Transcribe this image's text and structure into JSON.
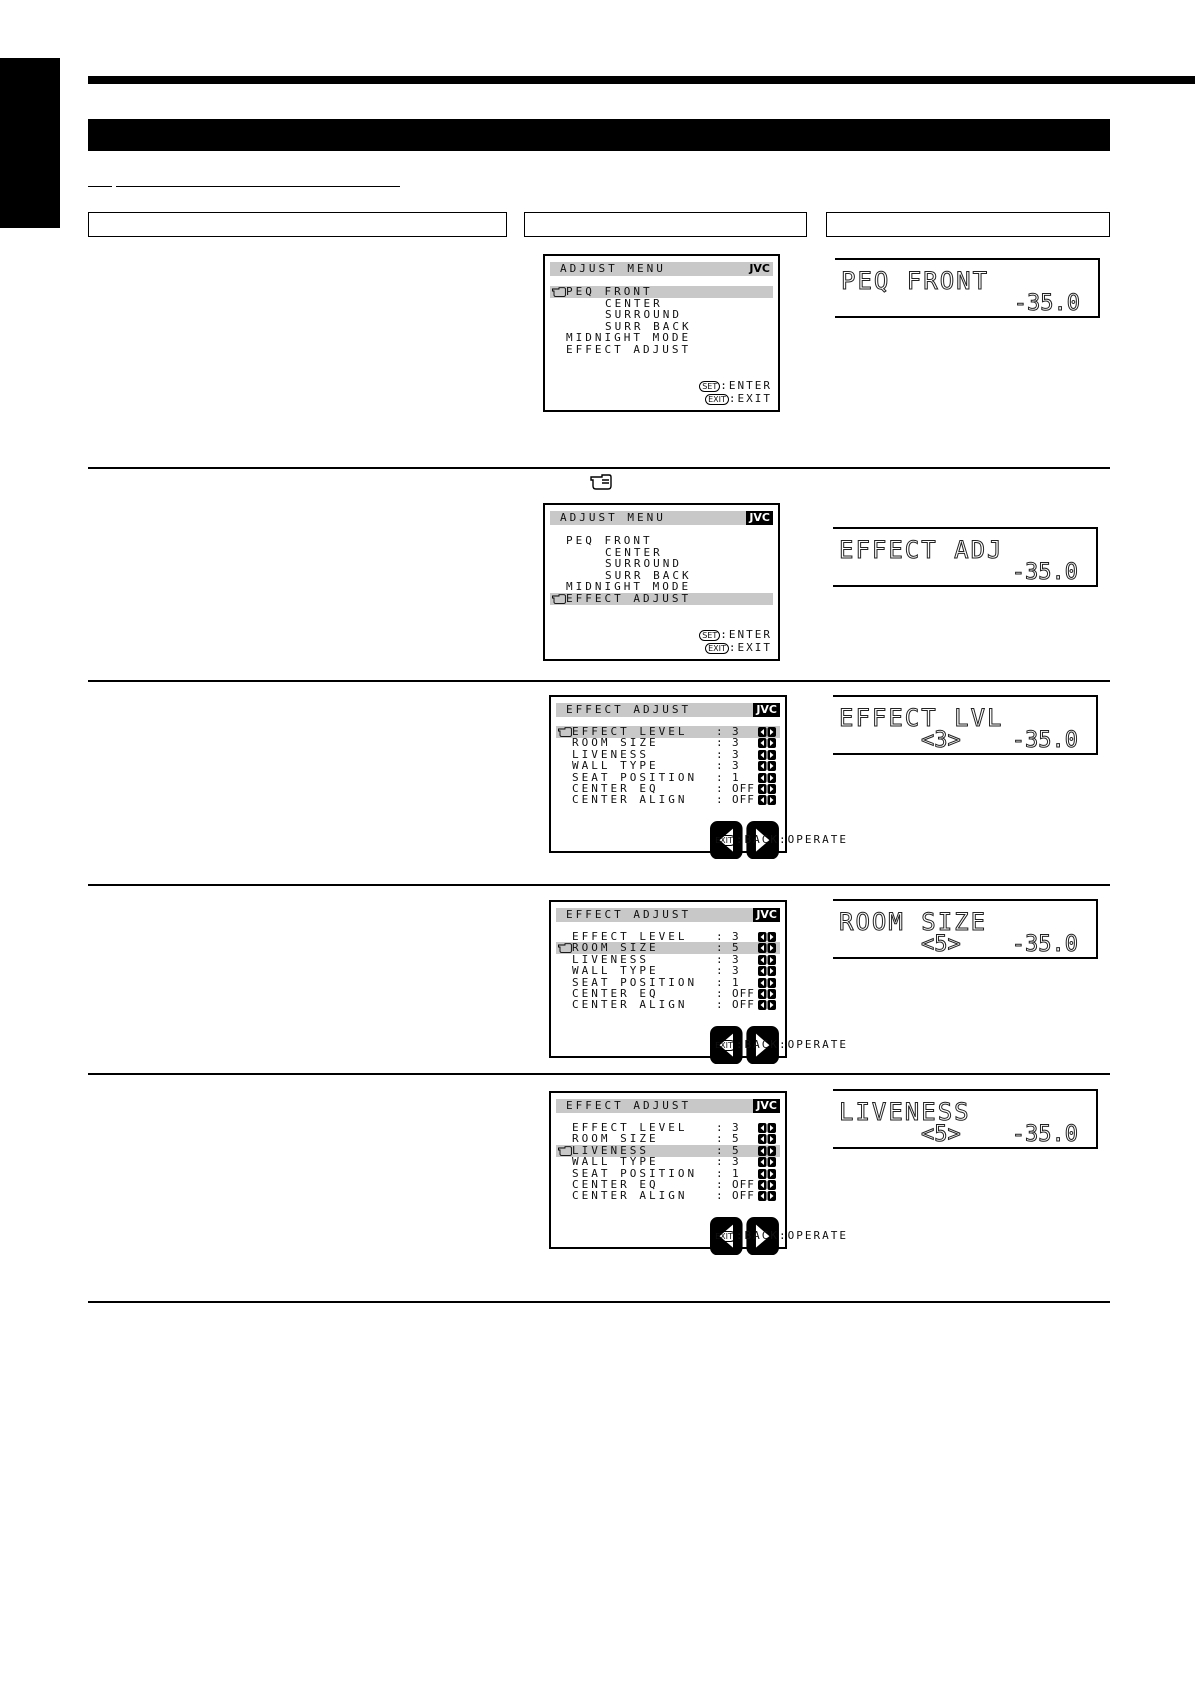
{
  "brand": "JVC",
  "osd_buttons": {
    "set": "SET",
    "exit": "EXIT",
    "enter": ":ENTER",
    "exit_label": ":EXIT",
    "operate": ":OPERATE",
    "back": ":BACK"
  },
  "steps": [
    {
      "osd_title": "ADJUST MENU",
      "jvc_inverse": false,
      "rows": [
        {
          "label": "PEQ FRONT",
          "hl": true,
          "indent": false
        },
        {
          "label": "CENTER",
          "hl": false,
          "indent": true
        },
        {
          "label": "SURROUND",
          "hl": false,
          "indent": true
        },
        {
          "label": "SURR BACK",
          "hl": false,
          "indent": true
        },
        {
          "label": "MIDNIGHT MODE",
          "hl": false,
          "indent": false
        },
        {
          "label": "EFFECT ADJUST",
          "hl": false,
          "indent": false
        }
      ],
      "display_main": "PEQ FRONT",
      "display_sub": "",
      "display_vol": "-35.0"
    },
    {
      "osd_title": "ADJUST MENU",
      "jvc_inverse": true,
      "rows": [
        {
          "label": "PEQ FRONT",
          "hl": false,
          "indent": false
        },
        {
          "label": "CENTER",
          "hl": false,
          "indent": true
        },
        {
          "label": "SURROUND",
          "hl": false,
          "indent": true
        },
        {
          "label": "SURR BACK",
          "hl": false,
          "indent": true
        },
        {
          "label": "MIDNIGHT MODE",
          "hl": false,
          "indent": false
        },
        {
          "label": "EFFECT ADJUST",
          "hl": true,
          "indent": false
        }
      ],
      "display_main": "EFFECT ADJ",
      "display_sub": "",
      "display_vol": "-35.0"
    },
    {
      "osd_title": "EFFECT ADJUST",
      "jvc_inverse": true,
      "rows": [
        {
          "label": "EFFECT LEVEL",
          "value": "3",
          "hl": true
        },
        {
          "label": "ROOM SIZE",
          "value": "3",
          "hl": false
        },
        {
          "label": "LIVENESS",
          "value": "3",
          "hl": false
        },
        {
          "label": "WALL TYPE",
          "value": "3",
          "hl": false
        },
        {
          "label": "SEAT POSITION",
          "value": "1",
          "hl": false
        },
        {
          "label": "CENTER EQ",
          "value": "OFF",
          "hl": false
        },
        {
          "label": "CENTER ALIGN",
          "value": "OFF",
          "hl": false
        }
      ],
      "display_main": "EFFECT LVL",
      "display_sub": "<3>",
      "display_vol": "-35.0"
    },
    {
      "osd_title": "EFFECT ADJUST",
      "jvc_inverse": true,
      "rows": [
        {
          "label": "EFFECT LEVEL",
          "value": "3",
          "hl": false
        },
        {
          "label": "ROOM SIZE",
          "value": "5",
          "hl": true
        },
        {
          "label": "LIVENESS",
          "value": "3",
          "hl": false
        },
        {
          "label": "WALL TYPE",
          "value": "3",
          "hl": false
        },
        {
          "label": "SEAT POSITION",
          "value": "1",
          "hl": false
        },
        {
          "label": "CENTER EQ",
          "value": "OFF",
          "hl": false
        },
        {
          "label": "CENTER ALIGN",
          "value": "OFF",
          "hl": false
        }
      ],
      "display_main": "ROOM SIZE",
      "display_sub": "<5>",
      "display_vol": "-35.0"
    },
    {
      "osd_title": "EFFECT ADJUST",
      "jvc_inverse": true,
      "rows": [
        {
          "label": "EFFECT LEVEL",
          "value": "3",
          "hl": false
        },
        {
          "label": "ROOM SIZE",
          "value": "5",
          "hl": false
        },
        {
          "label": "LIVENESS",
          "value": "5",
          "hl": true
        },
        {
          "label": "WALL TYPE",
          "value": "3",
          "hl": false
        },
        {
          "label": "SEAT POSITION",
          "value": "1",
          "hl": false
        },
        {
          "label": "CENTER EQ",
          "value": "OFF",
          "hl": false
        },
        {
          "label": "CENTER ALIGN",
          "value": "OFF",
          "hl": false
        }
      ],
      "display_main": "LIVENESS",
      "display_sub": "<5>",
      "display_vol": "-35.0"
    }
  ]
}
